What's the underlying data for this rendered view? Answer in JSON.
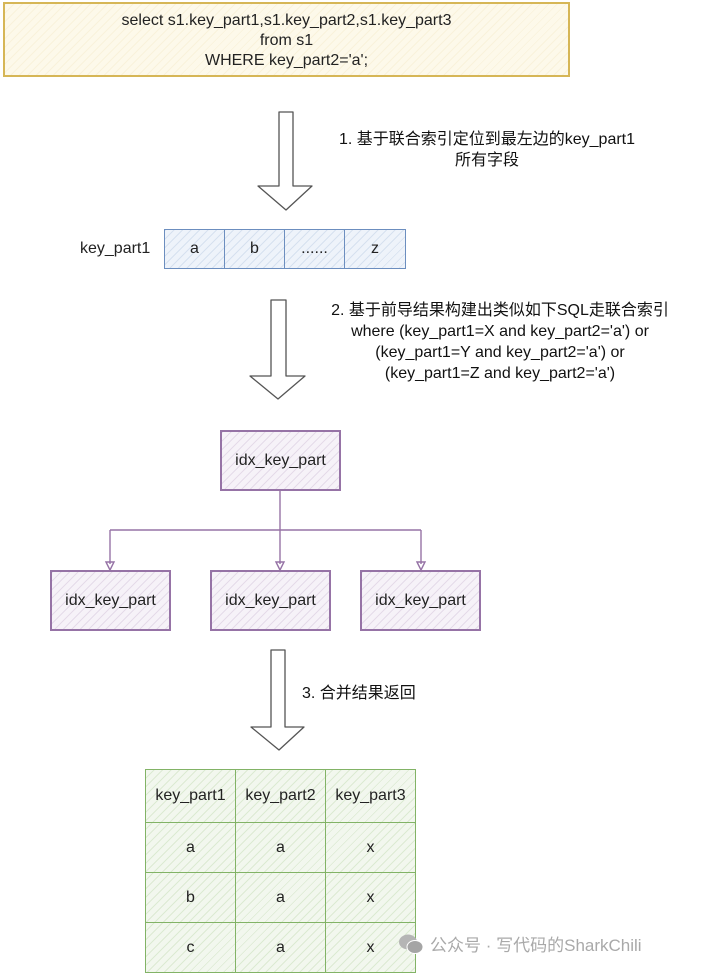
{
  "sql_query": {
    "lines": [
      "select s1.key_part1,s1.key_part2,s1.key_part3",
      "from s1",
      "WHERE  key_part2='a';"
    ]
  },
  "step1": {
    "lines": [
      "1. 基于联合索引定位到最左边的key_part1",
      "所有字段"
    ]
  },
  "key_part1_row": {
    "label": "key_part1",
    "cells": [
      "a",
      "b",
      "......",
      "z"
    ]
  },
  "step2": {
    "lines": [
      "2. 基于前导结果构建出类似如下SQL走联合索引",
      "where (key_part1=X and key_part2='a') or",
      "(key_part1=Y and key_part2='a') or",
      "(key_part1=Z and key_part2='a')"
    ]
  },
  "index_tree": {
    "root": "idx_key_part",
    "children": [
      "idx_key_part",
      "idx_key_part",
      "idx_key_part"
    ]
  },
  "step3": {
    "lines": [
      "3. 合并结果返回"
    ]
  },
  "result_table": {
    "headers": [
      "key_part1",
      "key_part2",
      "key_part3"
    ],
    "rows": [
      [
        "a",
        "a",
        "x"
      ],
      [
        "b",
        "a",
        "x"
      ],
      [
        "c",
        "a",
        "x"
      ]
    ]
  },
  "watermark": {
    "icon": "wechat-icon",
    "text": "公众号 · 写代码的SharkChili"
  },
  "colors": {
    "sql_border": "#d6b656",
    "key_border": "#6c8ebf",
    "index_border": "#9673a6",
    "table_border": "#82b366"
  }
}
